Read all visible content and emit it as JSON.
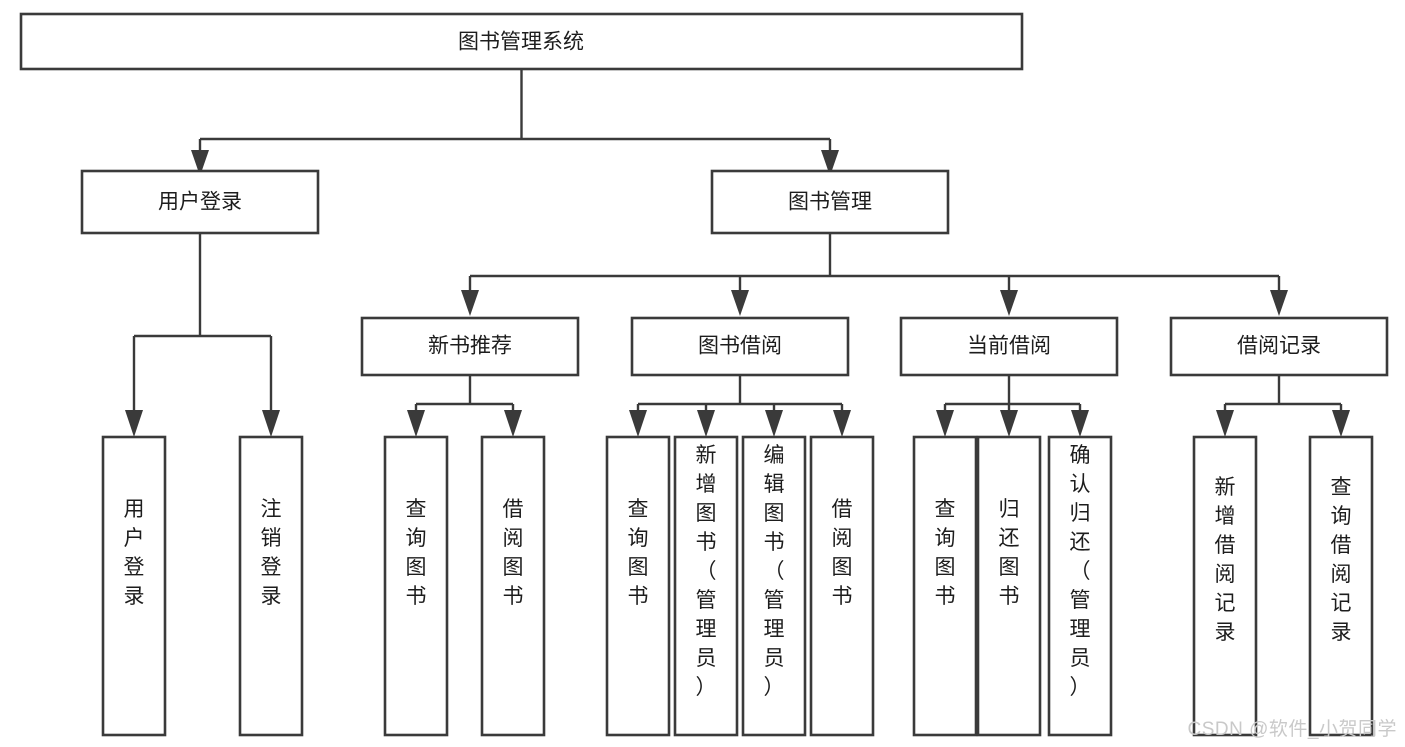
{
  "diagram": {
    "type": "tree-hierarchy-chart",
    "title": "图书管理系统",
    "watermark": "CSDN @软件_小贺同学",
    "colors": {
      "box_stroke": "#3a3a3a",
      "box_fill": "#ffffff",
      "connector": "#3a3a3a",
      "text": "#1d1d1d",
      "background": "#ffffff",
      "watermark": "#c9c9c9"
    },
    "root": {
      "id": "root",
      "label": "图书管理系统"
    },
    "level2": [
      {
        "id": "user-login",
        "label": "用户登录"
      },
      {
        "id": "book-manage",
        "label": "图书管理"
      }
    ],
    "level3": [
      {
        "id": "new-book-recommend",
        "label": "新书推荐",
        "parent": "book-manage"
      },
      {
        "id": "book-borrow",
        "label": "图书借阅",
        "parent": "book-manage"
      },
      {
        "id": "current-borrow",
        "label": "当前借阅",
        "parent": "book-manage"
      },
      {
        "id": "borrow-record",
        "label": "借阅记录",
        "parent": "book-manage"
      }
    ],
    "leaves": {
      "user-login": [
        {
          "id": "leaf-user-login",
          "label": "用户登录"
        },
        {
          "id": "leaf-user-logout",
          "label": "注销登录"
        }
      ],
      "new-book-recommend": [
        {
          "id": "leaf-query-book-1",
          "label": "查询图书"
        },
        {
          "id": "leaf-borrow-book-1",
          "label": "借阅图书"
        }
      ],
      "book-borrow": [
        {
          "id": "leaf-query-book-2",
          "label": "查询图书"
        },
        {
          "id": "leaf-add-book",
          "label": "新增图书（管理员）"
        },
        {
          "id": "leaf-edit-book",
          "label": "编辑图书（管理员）"
        },
        {
          "id": "leaf-borrow-book-2",
          "label": "借阅图书"
        }
      ],
      "current-borrow": [
        {
          "id": "leaf-query-book-3",
          "label": "查询图书"
        },
        {
          "id": "leaf-return-book",
          "label": "归还图书"
        },
        {
          "id": "leaf-confirm-return",
          "label": "确认归还（管理员）"
        }
      ],
      "borrow-record": [
        {
          "id": "leaf-add-record",
          "label": "新增借阅记录"
        },
        {
          "id": "leaf-query-record",
          "label": "查询借阅记录"
        }
      ]
    }
  }
}
